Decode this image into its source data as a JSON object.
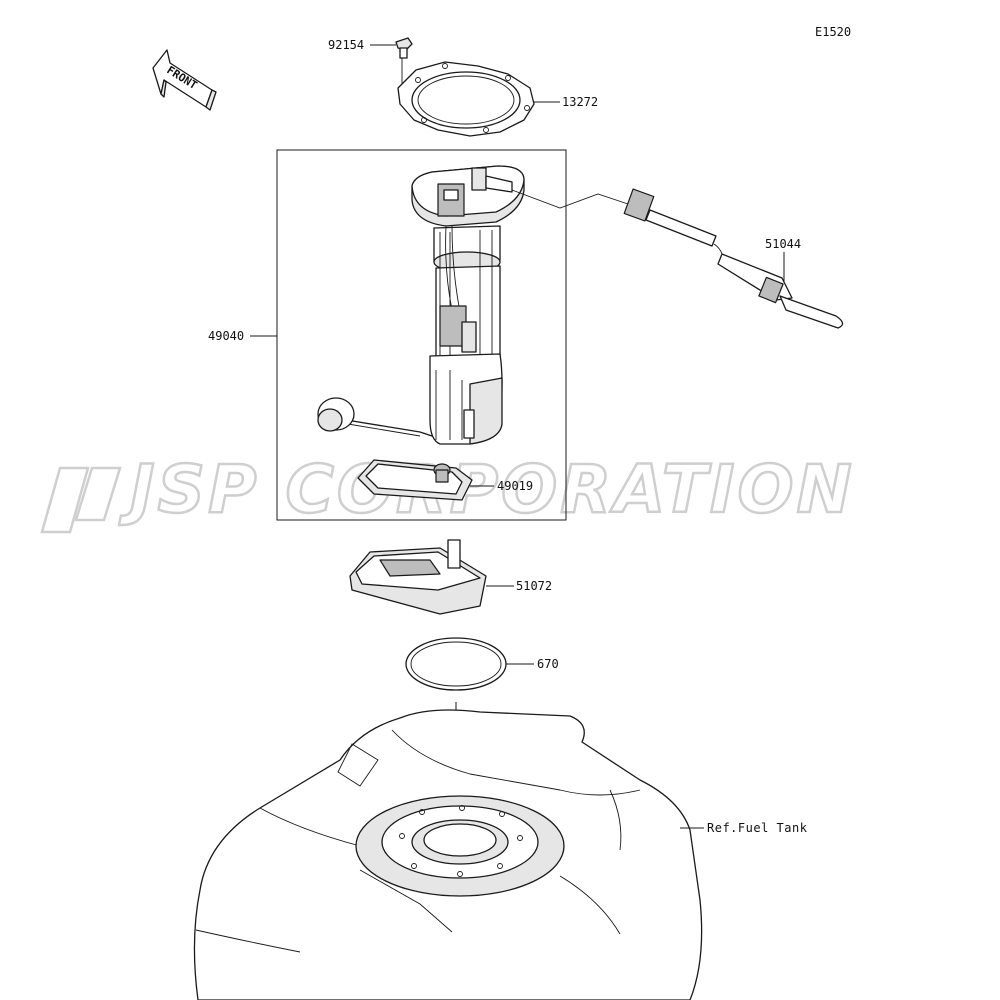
{
  "diagram_id": "E1520",
  "front_label": "FRONT",
  "watermark": "JSP CORPORATION",
  "parts": {
    "bolt": "92154",
    "gasket_plate": "13272",
    "pump_assembly": "49040",
    "hose_assembly": "51044",
    "filter": "49019",
    "bracket": "51072",
    "o_ring": "670",
    "fuel_tank_ref": "Ref.Fuel Tank"
  },
  "colors": {
    "line": "#1a1a1a",
    "shade": "#e6e6e6",
    "dark_shade": "#bdbdbd",
    "watermark": "#cfcfcf"
  }
}
